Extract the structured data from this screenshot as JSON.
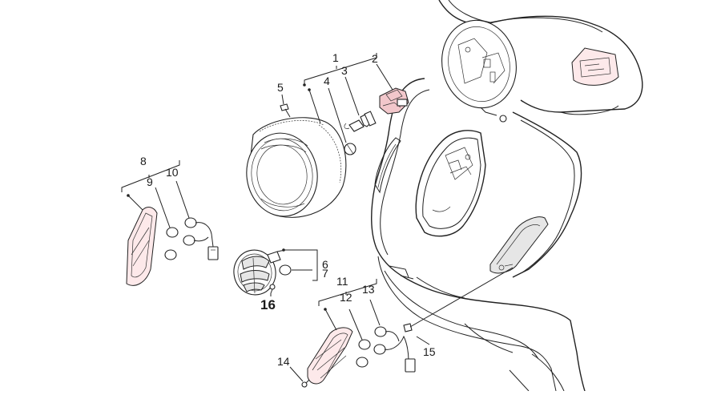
{
  "diagram": {
    "callouts": [
      {
        "id": "c1",
        "text": "1"
      },
      {
        "id": "c2",
        "text": "2"
      },
      {
        "id": "c3",
        "text": "3"
      },
      {
        "id": "c4",
        "text": "4"
      },
      {
        "id": "c5",
        "text": "5"
      },
      {
        "id": "c6",
        "text": "6"
      },
      {
        "id": "c7",
        "text": "7"
      },
      {
        "id": "c8",
        "text": "8"
      },
      {
        "id": "c9",
        "text": "9"
      },
      {
        "id": "c10",
        "text": "10"
      },
      {
        "id": "c11",
        "text": "11"
      },
      {
        "id": "c12",
        "text": "12"
      },
      {
        "id": "c13",
        "text": "13"
      },
      {
        "id": "c14",
        "text": "14"
      },
      {
        "id": "c15",
        "text": "15"
      },
      {
        "id": "c16",
        "text": "16"
      }
    ],
    "colors": {
      "line": "#222222",
      "background": "#ffffff",
      "accent_pink": "#f2c7cb"
    }
  }
}
